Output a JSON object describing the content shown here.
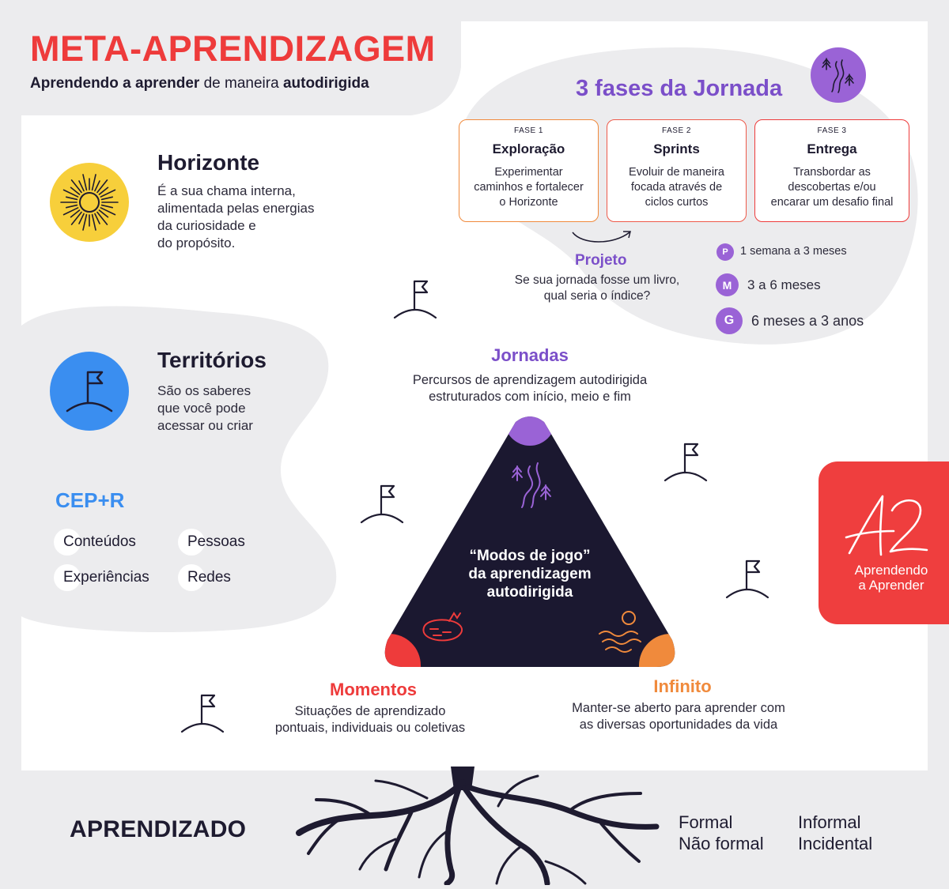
{
  "header": {
    "title": "META-APRENDIZAGEM",
    "subtitle_bold1": "Aprendendo a aprender",
    "subtitle_mid": " de maneira ",
    "subtitle_bold2": "autodirigida"
  },
  "horizonte": {
    "title": "Horizonte",
    "lines": [
      "É a sua chama interna,",
      "alimentada pelas energias",
      "da curiosidade e",
      "do propósito."
    ],
    "icon": "sun-icon"
  },
  "territorios": {
    "title": "Territórios",
    "lines": [
      "São os saberes",
      "que você pode",
      "acessar ou criar"
    ],
    "icon": "flag-hill-icon"
  },
  "cep": {
    "title": "CEP+R",
    "items": [
      "Conteúdos",
      "Pessoas",
      "Experiências",
      "Redes"
    ]
  },
  "phases": {
    "title": "3 fases da Jornada",
    "icon": "trail-icon",
    "cards": [
      {
        "label": "FASE 1",
        "name": "Exploração",
        "desc": [
          "Experimentar",
          "caminhos e fortalecer",
          "o Horizonte"
        ],
        "color": "#f08a3c"
      },
      {
        "label": "FASE 2",
        "name": "Sprints",
        "desc": [
          "Evoluir de maneira",
          "focada através de",
          "ciclos curtos"
        ],
        "color": "#ee5a4a"
      },
      {
        "label": "FASE 3",
        "name": "Entrega",
        "desc": [
          "Transbordar as",
          "descobertas e/ou",
          "encarar um desafio final"
        ],
        "color": "#ee3b3b"
      }
    ]
  },
  "projeto": {
    "title": "Projeto",
    "lines": [
      "Se sua jornada fosse um livro,",
      "qual seria o índice?"
    ]
  },
  "sizes": [
    {
      "badge": "P",
      "text": "1 semana a 3 meses"
    },
    {
      "badge": "M",
      "text": "3 a 6 meses"
    },
    {
      "badge": "G",
      "text": "6 meses a 3 anos"
    }
  ],
  "jornadas": {
    "title": "Jornadas",
    "lines": [
      "Percursos de aprendizagem autodirigida",
      "estruturados com início, meio e fim"
    ]
  },
  "triangle": {
    "center_lines": [
      "“Modos de jogo”",
      "da aprendizagem",
      "autodirigida"
    ]
  },
  "momentos": {
    "title": "Momentos",
    "lines": [
      "Situações de aprendizado",
      "pontuais, individuais ou coletivas"
    ]
  },
  "infinito": {
    "title": "Infinito",
    "lines": [
      "Manter-se aberto para aprender com",
      "as diversas oportunidades da vida"
    ]
  },
  "a2": {
    "logo": "A2",
    "lines": [
      "Aprendendo",
      "a Aprender"
    ]
  },
  "footer": {
    "title": "APRENDIZADO",
    "items": [
      "Formal",
      "Não formal",
      "Informal",
      "Incidental"
    ]
  },
  "colors": {
    "red": "#ee3b3b",
    "orange": "#f08a3c",
    "purple": "#7b4fc9",
    "blue": "#3a8ef0",
    "yellow": "#f7cf3b",
    "dark": "#1b1830"
  }
}
